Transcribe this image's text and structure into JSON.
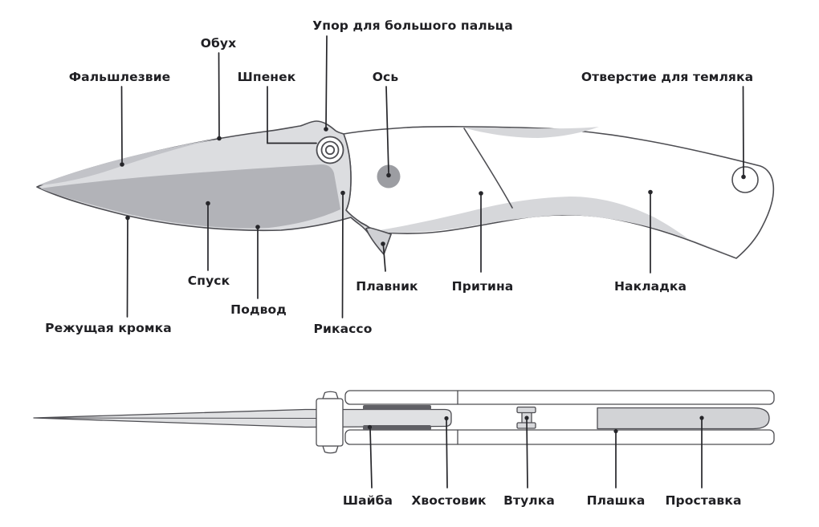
{
  "colors": {
    "outline": "#4d4d52",
    "leader": "#26262a",
    "text": "#202024",
    "handle_fill": "#ffffff",
    "blade_flat": "#dcdde0",
    "false_edge": "#c2c3c8",
    "grind": "#b2b3b8",
    "flipper_fill": "#cfd0d4",
    "shading": "#d6d7da",
    "axis_circle": "#9c9da2",
    "metal_light": "#e0e1e3",
    "washer_dark": "#606065",
    "spacer_fill": "#d2d3d6",
    "bushing_fill": "#d8d9dc"
  },
  "open_view": {
    "labels": {
      "thumb_rest": "Упор для большого пальца",
      "spine": "Обух",
      "false_edge": "Фальшлезвие",
      "thumb_stud": "Шпенек",
      "axis": "Ось",
      "lanyard_hole": "Отверстие для темляка",
      "grind": "Спуск",
      "edge_bevel": "Подвод",
      "cutting_edge": "Режущая кромка",
      "ricasso": "Рикассо",
      "flipper": "Плавник",
      "bolster": "Притина",
      "scale": "Накладка"
    }
  },
  "folded_view": {
    "labels": {
      "washer": "Шайба",
      "tang": "Хвостовик",
      "bushing": "Втулка",
      "liner": "Плашка",
      "spacer": "Проставка"
    }
  }
}
